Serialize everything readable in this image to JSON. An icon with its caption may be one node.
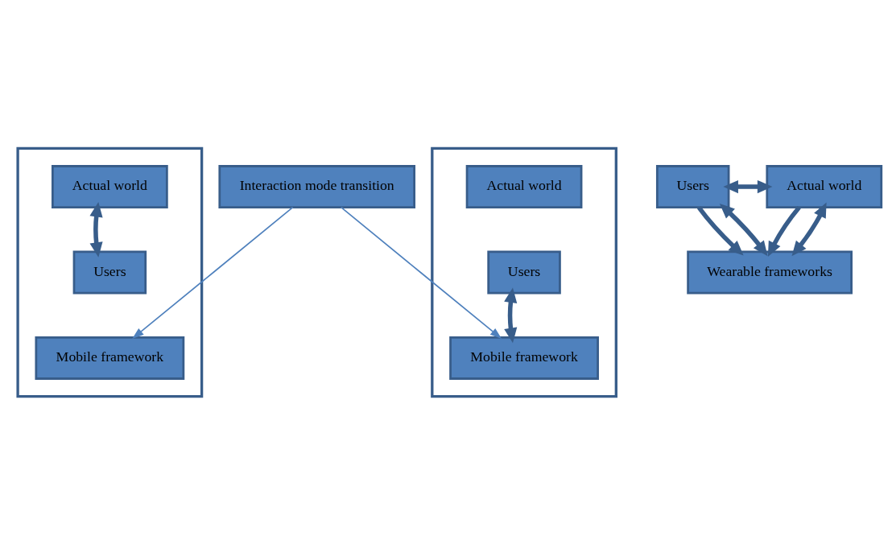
{
  "diagram": {
    "nodes": [
      {
        "text": [],
        "shape": "box"
      },
      {
        "text": [
          "Actual world"
        ],
        "in": 0
      },
      {
        "text": [
          "Users"
        ],
        "in": 0
      },
      {
        "text": [
          "Mobile framework"
        ],
        "in": 0
      },
      {
        "text": [],
        "shape": "box"
      },
      {
        "text": [
          "Actual world"
        ],
        "in": 4
      },
      {
        "text": [
          "Users"
        ],
        "in": 4
      },
      {
        "text": [
          "Mobile framework"
        ],
        "in": 4
      },
      {
        "text": [
          "Users"
        ]
      },
      {
        "text": [
          "Actual world"
        ]
      },
      {
        "text": [
          "Wearable frameworks"
        ]
      },
      {
        "text": [
          "Interaction mode transition"
        ]
      }
    ],
    "edges": [
      {
        "from": 1,
        "to": 2,
        "arrow": "both"
      },
      {
        "from": 6,
        "to": 7,
        "arrow": "both"
      },
      {
        "from": 8,
        "to": 9,
        "arrow": "both"
      },
      {
        "from": 8,
        "to": 10,
        "arrow": "to"
      },
      {
        "from": 9,
        "to": 10,
        "arrow": "to"
      },
      {
        "from": 8,
        "to": 10,
        "arrow": "both"
      },
      {
        "from": 9,
        "to": 10,
        "arrow": "both"
      },
      {
        "from": 11,
        "to": 7,
        "arrow": "to",
        "color": "#4f81bd"
      },
      {
        "from": 11,
        "to": 3,
        "arrow": "to",
        "color": "#4f81bd"
      }
    ]
  }
}
